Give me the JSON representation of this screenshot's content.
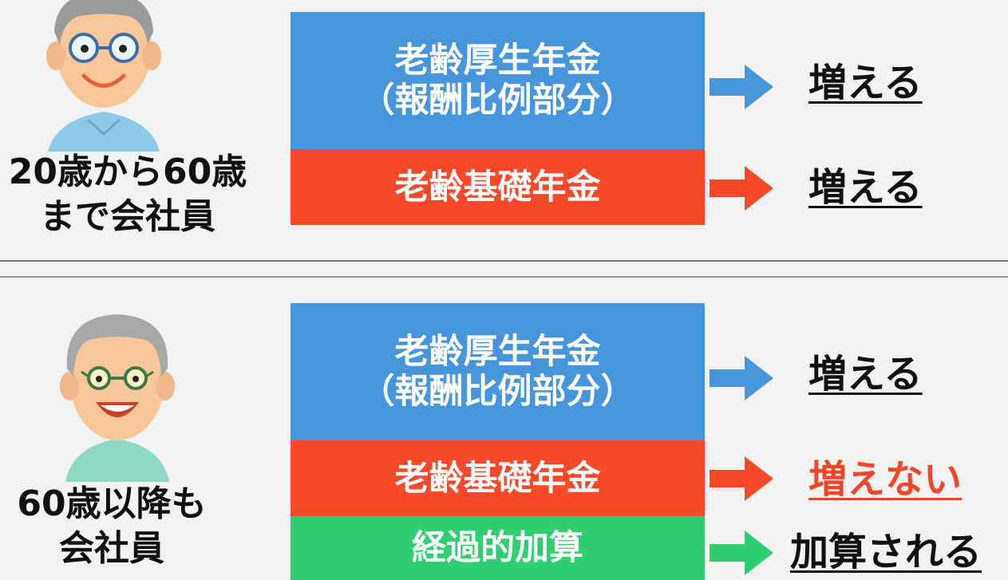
{
  "sections": [
    {
      "person_label": [
        "20歳から60歳",
        "まで会社員"
      ],
      "rows": [
        {
          "lines": [
            "老齢厚生年金",
            "（報酬比例部分）"
          ],
          "color": "#4796dc",
          "result": "増える",
          "result_color": "#111111"
        },
        {
          "lines": [
            "老齢基礎年金"
          ],
          "color": "#f84a2a",
          "result": "増える",
          "result_color": "#111111"
        }
      ]
    },
    {
      "person_label": [
        "60歳以降も",
        "会社員"
      ],
      "rows": [
        {
          "lines": [
            "老齢厚生年金",
            "（報酬比例部分）"
          ],
          "color": "#4796dc",
          "result": "増える",
          "result_color": "#111111"
        },
        {
          "lines": [
            "老齢基礎年金"
          ],
          "color": "#f84a2a",
          "result": "増えない",
          "result_color": "#f0472a"
        },
        {
          "lines": [
            "経過的加算"
          ],
          "color": "#2fcf70",
          "result": "加算される",
          "result_color": "#111111"
        }
      ]
    }
  ]
}
